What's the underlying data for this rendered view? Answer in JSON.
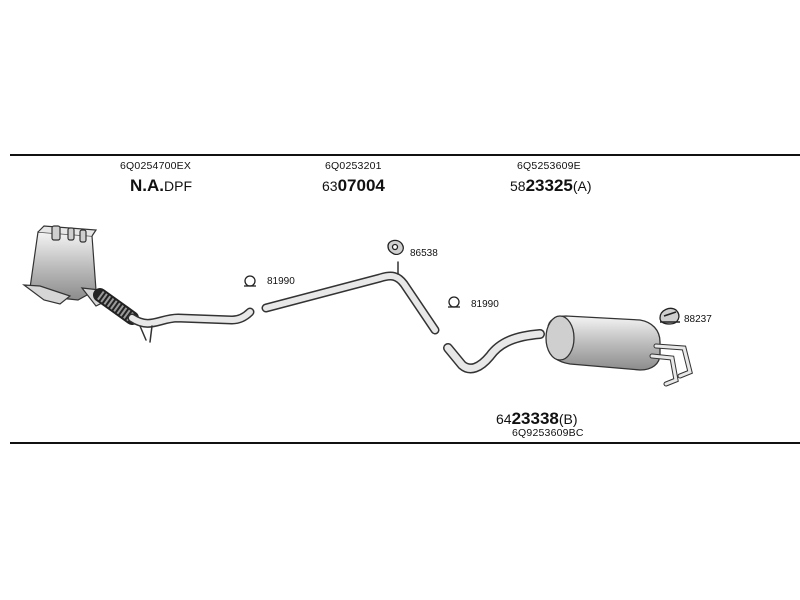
{
  "parts": {
    "dpf": {
      "oem": "6Q0254700EX",
      "prefix": "N.A.",
      "suffix": "DPF"
    },
    "front_pipe": {
      "oem": "6Q0253201",
      "prefix": "63",
      "number": "07004"
    },
    "middle_silencer": {
      "oem": "6Q5253609E",
      "prefix": "58",
      "number": "23325",
      "suffix": "(A)"
    },
    "rear_silencer": {
      "oem": "6Q9253609BC",
      "prefix": "64",
      "number": "23338",
      "suffix": "(B)"
    }
  },
  "clamps": {
    "clamp_left": "81990",
    "clamp_right": "81990",
    "hanger_top": "86538",
    "hanger_rear": "88237"
  },
  "colors": {
    "line": "#111111",
    "part_fill": "#d9d9d9",
    "part_stroke": "#333333"
  }
}
